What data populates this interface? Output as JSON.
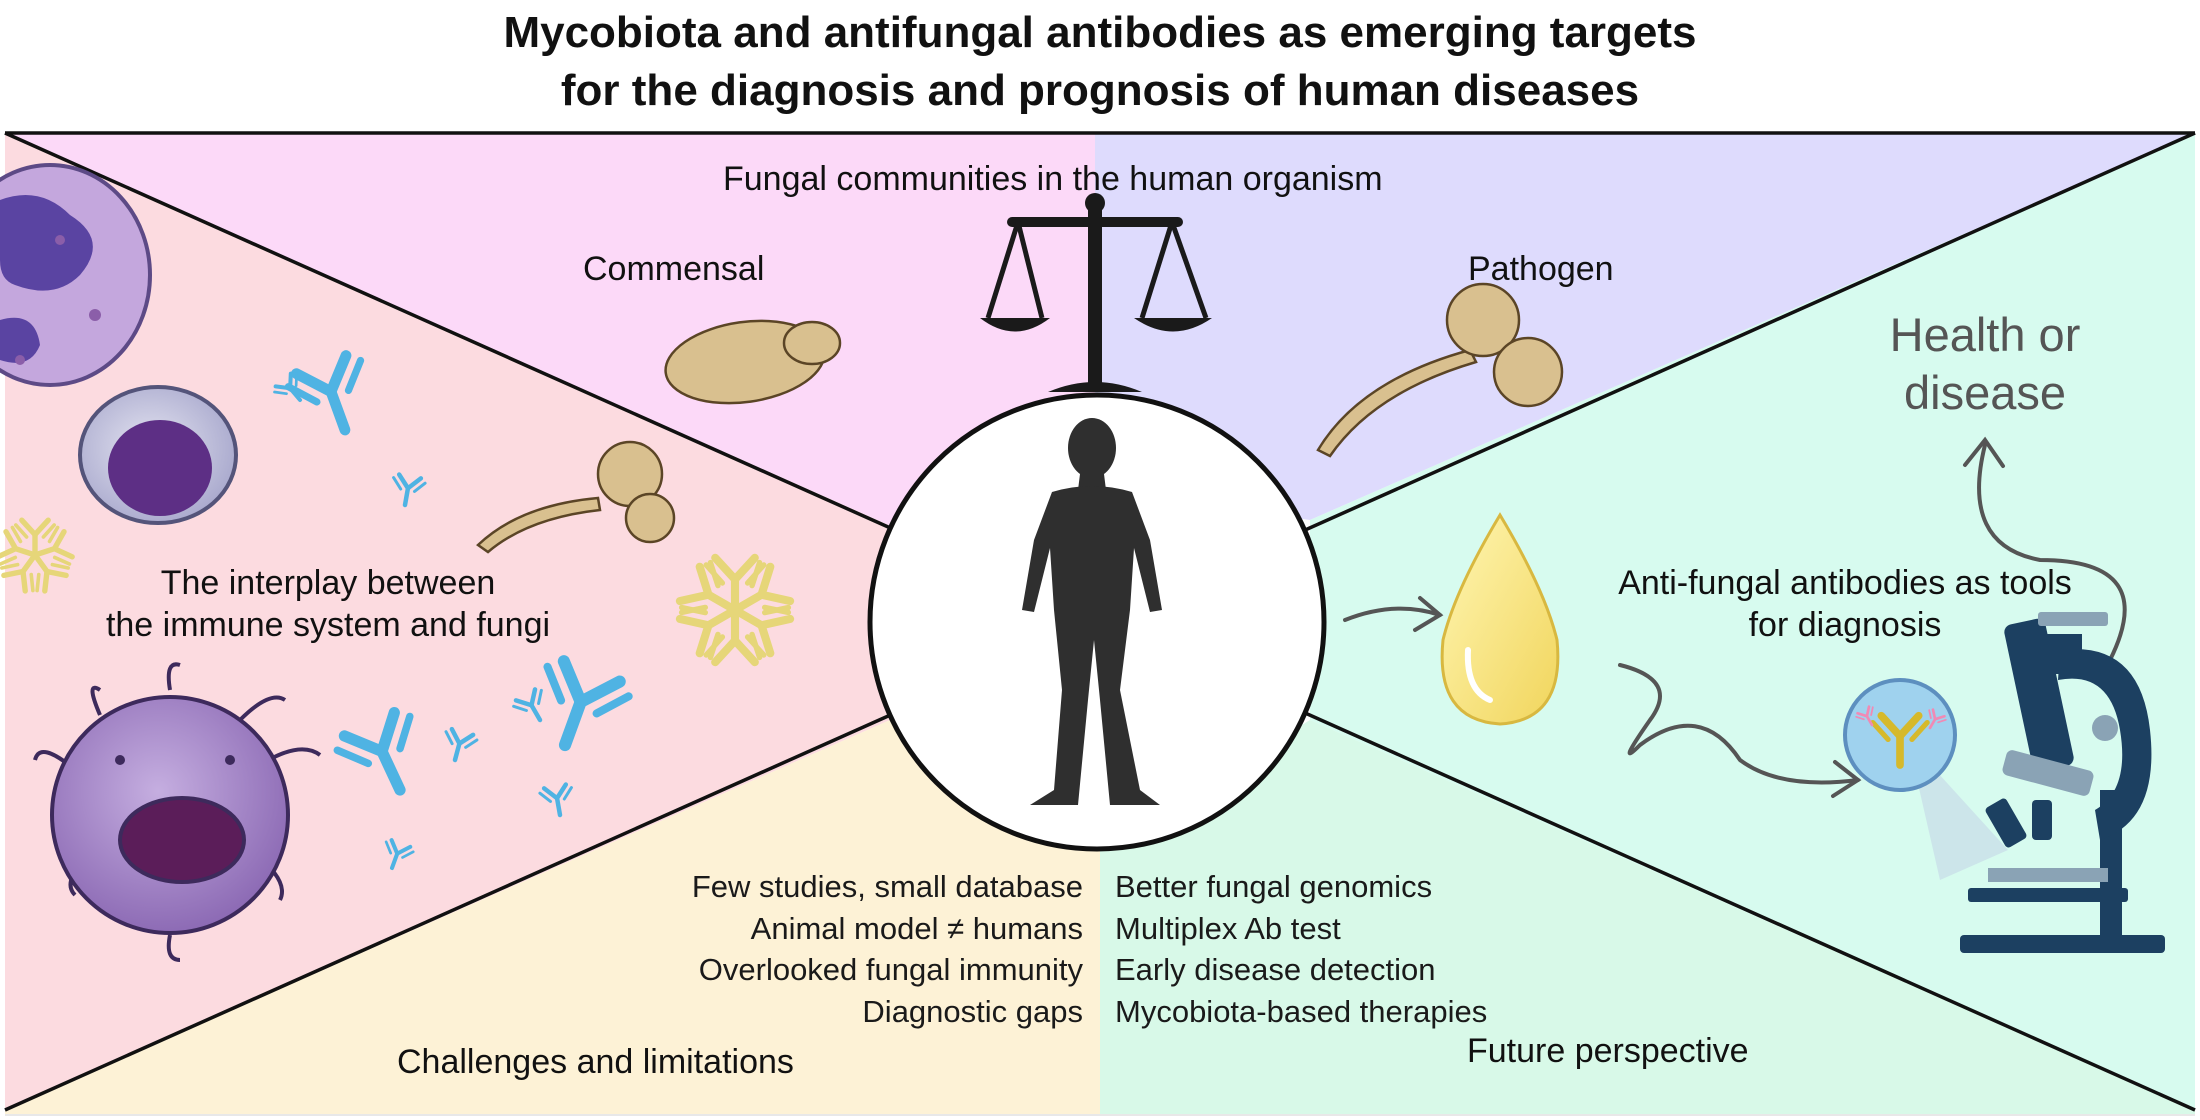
{
  "title": {
    "line1": "Mycobiota and antifungal antibodies as emerging targets",
    "line2": "for the diagnosis and prognosis of human diseases"
  },
  "sections": {
    "fungal_communities": "Fungal communities in the human organism",
    "commensal": "Commensal",
    "pathogen": "Pathogen",
    "interplay": {
      "line1": "The interplay between",
      "line2": "the immune system and fungi"
    },
    "antibodies_tools": {
      "line1": "Anti-fungal antibodies as tools",
      "line2": "for diagnosis"
    },
    "health_or_disease": {
      "line1": "Health or",
      "line2": "disease"
    },
    "challenges": {
      "heading": "Challenges and limitations",
      "items": [
        "Few studies, small database",
        "Animal model ≠ humans",
        "Overlooked fungal immunity",
        "Diagnostic gaps"
      ]
    },
    "future": {
      "heading": "Future perspective",
      "items": [
        "Better fungal genomics",
        "Multiplex Ab test",
        "Early disease detection",
        "Mycobiota-based therapies"
      ]
    }
  },
  "colors": {
    "top_left_pink": "#fcd9f8",
    "top_right_lavender": "#dedbfd",
    "left_rose": "#fcdbe0",
    "right_mint": "#d7fbef",
    "bottom_cream": "#fdf2d6",
    "bottom_right_mint": "#d8f9e8",
    "antibody_blue": "#5ab9e6",
    "antibody_yellow": "#ede08a",
    "yeast_tan": "#d9c08f",
    "immune_cell_purple": "#8c6ab0",
    "microscope_navy": "#1c4061"
  }
}
